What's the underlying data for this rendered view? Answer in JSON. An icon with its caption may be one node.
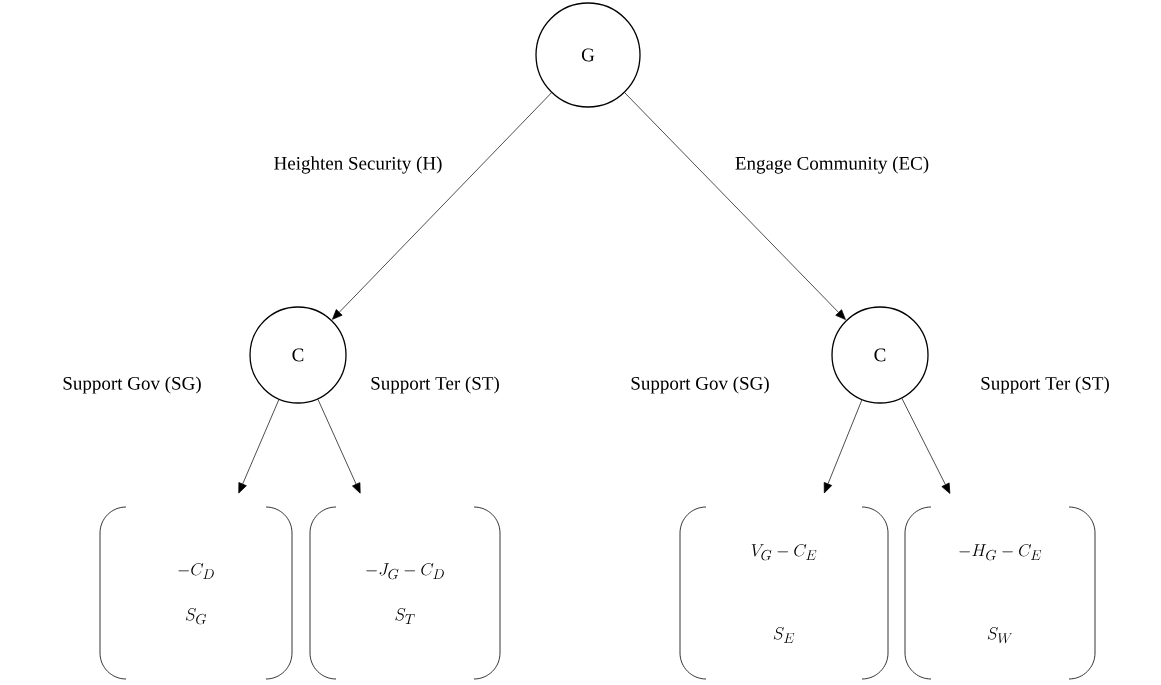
{
  "diagram": {
    "nodes": [
      {
        "text": [
          "G"
        ]
      },
      {
        "text": [
          "C"
        ]
      },
      {
        "text": [
          "C"
        ]
      },
      {
        "text": [
          "-C_D",
          "S_G"
        ]
      },
      {
        "text": [
          "-J_G - C_D",
          "S_T"
        ]
      },
      {
        "text": [
          "V_G - C_E",
          "S_E"
        ]
      },
      {
        "text": [
          "-H_G - C_E",
          "S_W"
        ]
      }
    ],
    "edges": [
      {
        "from": 0,
        "to": 1,
        "arrow": "to",
        "label": "Heighten Security (H)"
      },
      {
        "from": 0,
        "to": 2,
        "arrow": "to",
        "label": "Engage Community (EC)"
      },
      {
        "from": 1,
        "to": 3,
        "arrow": "to",
        "label": "Support Gov (SG)"
      },
      {
        "from": 1,
        "to": 4,
        "arrow": "to",
        "label": "Support Ter (ST)"
      },
      {
        "from": 2,
        "to": 5,
        "arrow": "to",
        "label": "Support Gov (SG)"
      },
      {
        "from": 2,
        "to": 6,
        "arrow": "to",
        "label": "Support Ter (ST)"
      }
    ]
  }
}
